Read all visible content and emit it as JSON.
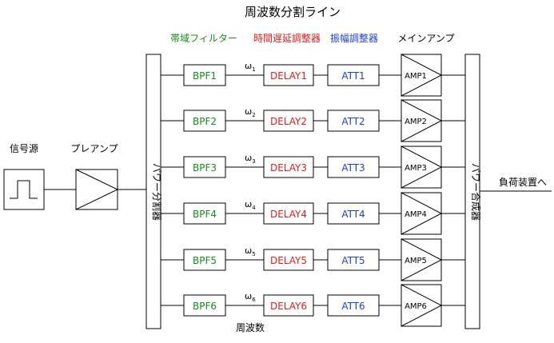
{
  "title": "周波数分割ライン",
  "headers": {
    "bpf": "帯域フィルター",
    "delay": "時間遅延調整器",
    "att": "振幅調整器",
    "amp": "メインアンプ"
  },
  "source_label": "信号源",
  "preamp_label": "プレアンプ",
  "splitter_label": "パワー分割器",
  "combiner_label": "パワー合成器",
  "output_label": "負荷装置へ",
  "freq_label": "周波数",
  "omega_symbol": "ω",
  "rows": [
    {
      "bpf": "BPF1",
      "omega_sub": "1",
      "delay": "DELAY1",
      "att": "ATT1",
      "amp": "AMP1"
    },
    {
      "bpf": "BPF2",
      "omega_sub": "2",
      "delay": "DELAY2",
      "att": "ATT2",
      "amp": "AMP2"
    },
    {
      "bpf": "BPF3",
      "omega_sub": "3",
      "delay": "DELAY3",
      "att": "ATT3",
      "amp": "AMP3"
    },
    {
      "bpf": "BPF4",
      "omega_sub": "4",
      "delay": "DELAY4",
      "att": "ATT4",
      "amp": "AMP4"
    },
    {
      "bpf": "BPF5",
      "omega_sub": "5",
      "delay": "DELAY5",
      "att": "ATT5",
      "amp": "AMP5"
    },
    {
      "bpf": "BPF6",
      "omega_sub": "6",
      "delay": "DELAY6",
      "att": "ATT6",
      "amp": "AMP6"
    }
  ],
  "colors": {
    "bpf": "#1a8a1a",
    "delay": "#e02020",
    "att": "#1f3fd0",
    "line": "#000000"
  }
}
